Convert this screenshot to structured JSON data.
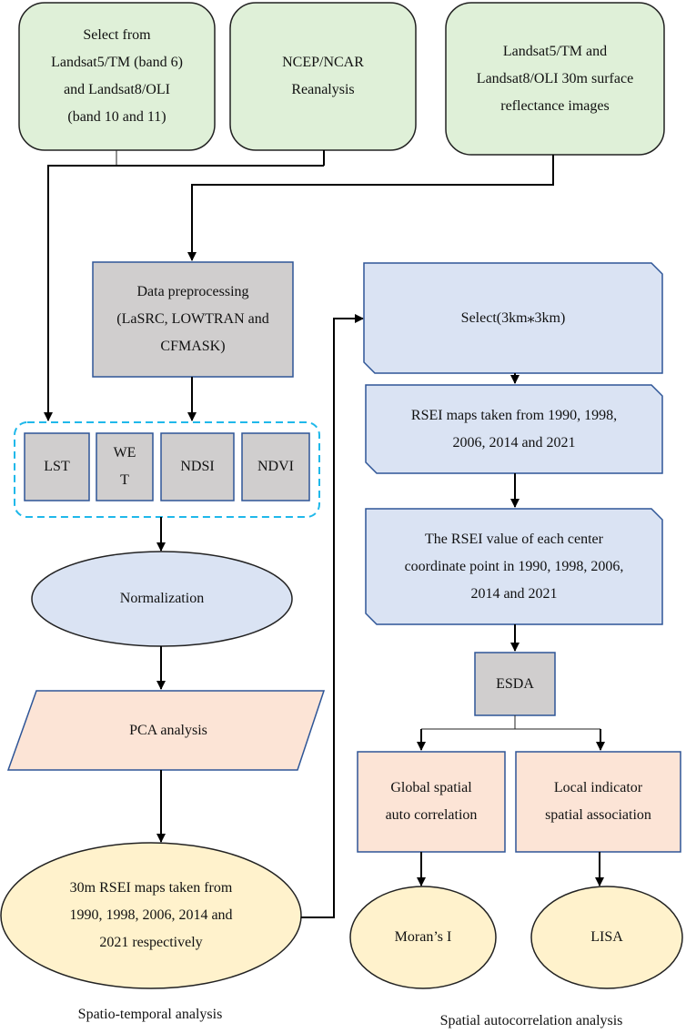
{
  "nodes": {
    "select_thermal": "Select from\nLandsat5/TM (band 6)\nand Landsat8/OLI\n(band 10 and 11)",
    "ncep": "NCEP/NCAR\nReanalysis",
    "reflectance": "Landsat5/TM and\nLandsat8/OLI 30m surface\nreflectance images",
    "preprocessing": "Data preprocessing\n(LaSRC, LOWTRAN and\nCFMASK)",
    "lst": "LST",
    "wet": "WE\nT",
    "ndsi": "NDSI",
    "ndvi": "NDVI",
    "normalization": "Normalization",
    "pca": "PCA analysis",
    "rsei30m": "30m RSEI maps taken from\n1990, 1998, 2006, 2014 and\n2021 respectively",
    "select3km": "Select(3km⁎3km)",
    "rsei_maps": "RSEI maps taken from 1990, 1998,\n2006, 2014 and 2021",
    "rsei_value": "The RSEI value of each center\ncoordinate point in 1990, 1998, 2006,\n2014 and 2021",
    "esda": "ESDA",
    "global": "Global spatial\nauto correlation",
    "local": "Local indicator\nspatial association",
    "morans": "Moran’s I",
    "lisa": "LISA"
  },
  "captions": {
    "left": "Spatio-temporal analysis",
    "right": "Spatial autocorrelation analysis"
  },
  "colors": {
    "green": "#dff0d8",
    "gray": "#d0cece",
    "blue": "#dae3f3",
    "peach": "#fce4d6",
    "yellow": "#fff2cc",
    "blue_stroke": "#2e5597",
    "dashed_cyan": "#1fb8ea"
  }
}
